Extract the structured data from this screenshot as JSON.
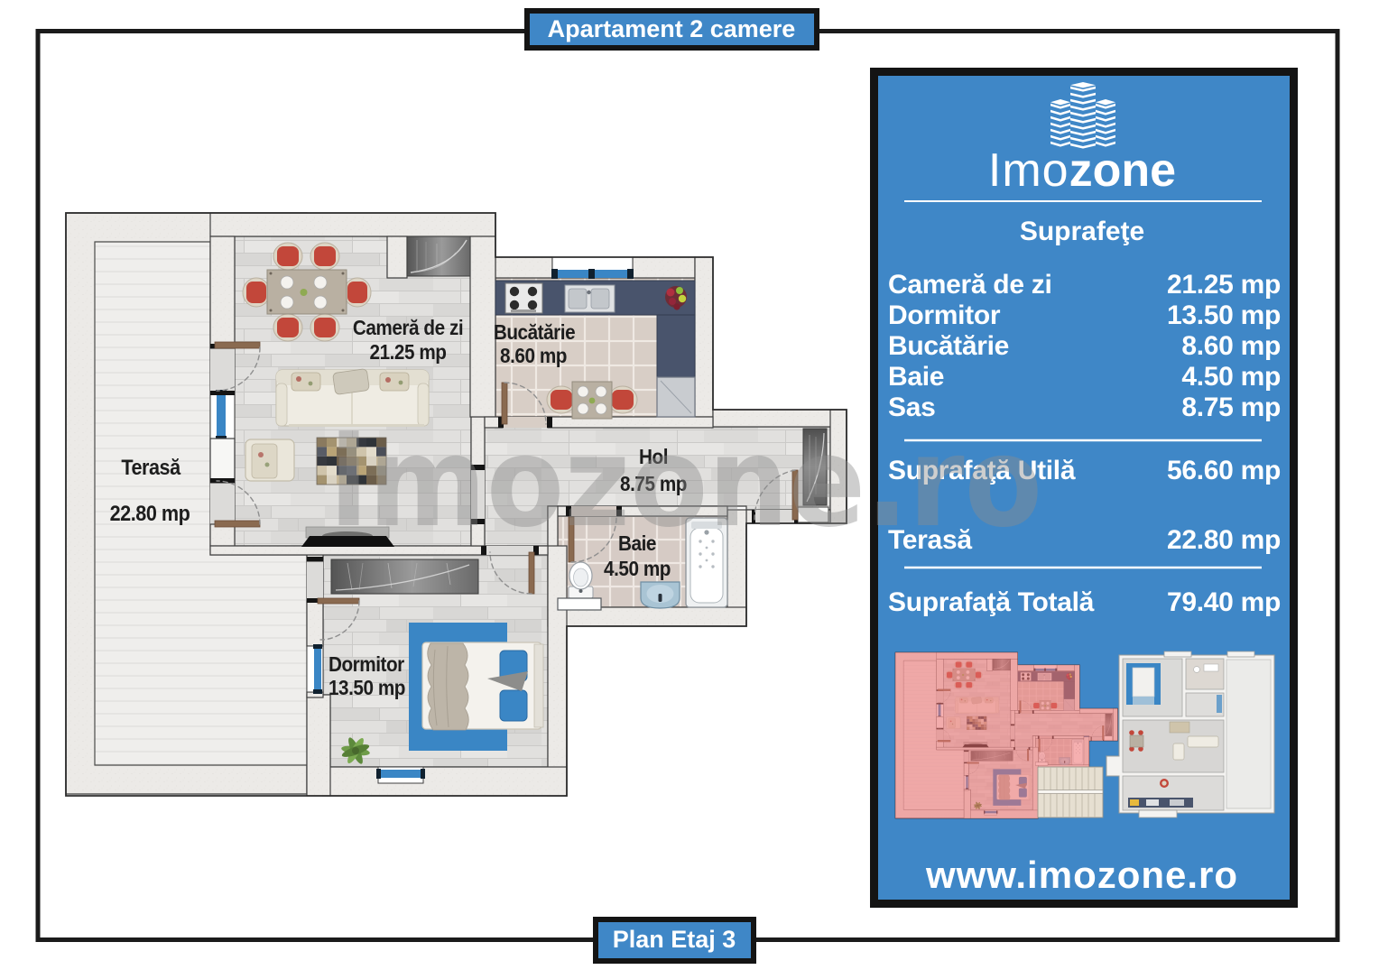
{
  "frame": {
    "title_top": "Apartament 2 camere",
    "title_bottom": "Plan Etaj 3"
  },
  "plan": {
    "watermark": "imozone.ro",
    "rooms": {
      "living": {
        "label": "Cameră de zi",
        "area": "21.25 mp"
      },
      "kitchen": {
        "label": "Bucătărie",
        "area": "8.60 mp"
      },
      "hall": {
        "label": "Hol",
        "area": "8.75 mp"
      },
      "bath": {
        "label": "Baie",
        "area": "4.50 mp"
      },
      "bedroom": {
        "label": "Dormitor",
        "area": "13.50 mp"
      },
      "terrace": {
        "label": "Terasă",
        "area": "22.80 mp"
      }
    }
  },
  "panel": {
    "logo": {
      "word_light": "Imo",
      "word_bold": "zone"
    },
    "subtitle": "Suprafeţe",
    "rows": [
      {
        "label": "Cameră de zi",
        "value": "21.25 mp"
      },
      {
        "label": "Dormitor",
        "value": "13.50 mp"
      },
      {
        "label": "Bucătărie",
        "value": "8.60 mp"
      },
      {
        "label": "Baie",
        "value": "4.50 mp"
      },
      {
        "label": "Sas",
        "value": "8.75 mp"
      }
    ],
    "totals": [
      {
        "label": "Suprafaţă Utilă",
        "value": "56.60 mp"
      },
      {
        "label": "Terasă",
        "value": "22.80 mp"
      },
      {
        "label": "Suprafaţă Totală",
        "value": "79.40 mp"
      }
    ],
    "website": "www.imozone.ro"
  },
  "colors": {
    "accent_blue": "#3f87c7",
    "frame_black": "#1b1b1b",
    "window_blue": "#3a86c5",
    "highlight_pink": "#ee6f6f"
  }
}
